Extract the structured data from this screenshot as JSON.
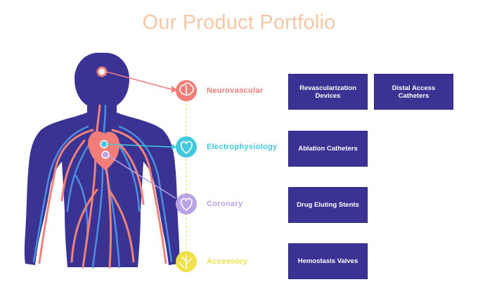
{
  "title": "Our Product Portfolio",
  "categories": [
    {
      "label": "Neurovascular",
      "color": "#f07d78",
      "icon": "brain-icon"
    },
    {
      "label": "Electrophysiology",
      "color": "#44c8df",
      "icon": "heart-icon"
    },
    {
      "label": "Coronary",
      "color": "#b8a3e4",
      "icon": "heart-icon"
    },
    {
      "label": "Accessory",
      "color": "#f0e14a",
      "icon": "vessel-icon"
    }
  ],
  "products": [
    {
      "label": "Revascularization Devices",
      "category": "Neurovascular"
    },
    {
      "label": "Distal Access Catheters",
      "category": "Neurovascular"
    },
    {
      "label": "Ablation Catheters",
      "category": "Electrophysiology"
    },
    {
      "label": "Drug Eluting Stents",
      "category": "Coronary"
    },
    {
      "label": "Hemostasis Valves",
      "category": "Accessory"
    }
  ],
  "colors": {
    "body": "#3a3393",
    "artery": "#f08378",
    "vein": "#4a8fe0",
    "box": "#3a3393",
    "title": "#f7c6a6"
  }
}
